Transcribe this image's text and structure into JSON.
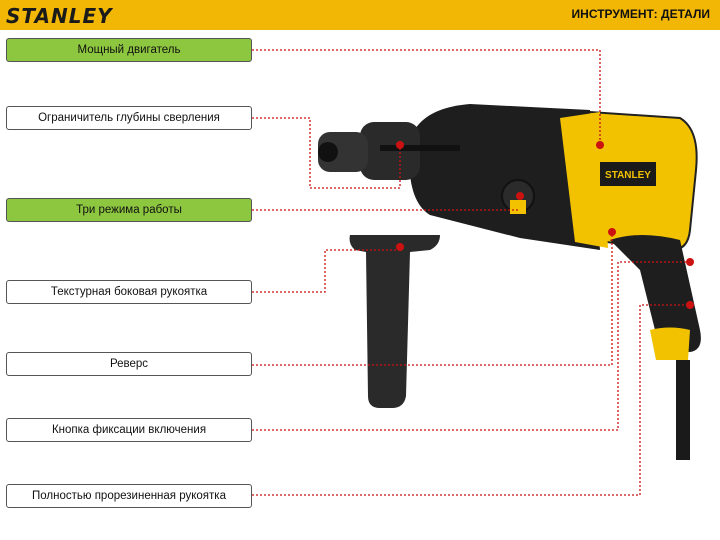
{
  "header": {
    "brand": "STANLEY",
    "title": "ИНСТРУМЕНТ: ДЕТАЛИ"
  },
  "callouts": [
    {
      "text": "Мощный двигатель",
      "highlighted": true
    },
    {
      "text": "Ограничитель глубины сверления",
      "highlighted": false
    },
    {
      "text": "Три режима работы",
      "highlighted": true
    },
    {
      "text": "Текстурная боковая рукоятка",
      "highlighted": false
    },
    {
      "text": "Реверс",
      "highlighted": false
    },
    {
      "text": "Кнопка фиксации включения",
      "highlighted": false
    },
    {
      "text": "Полностью прорезиненная рукоятка",
      "highlighted": false
    }
  ],
  "product": {
    "brand_plate": "STANLEY"
  },
  "colors": {
    "brand_yellow": "#f2b705",
    "highlight_green": "#8dc63f",
    "leader_red": "#cc1111",
    "body_black": "#1e1e1e"
  }
}
